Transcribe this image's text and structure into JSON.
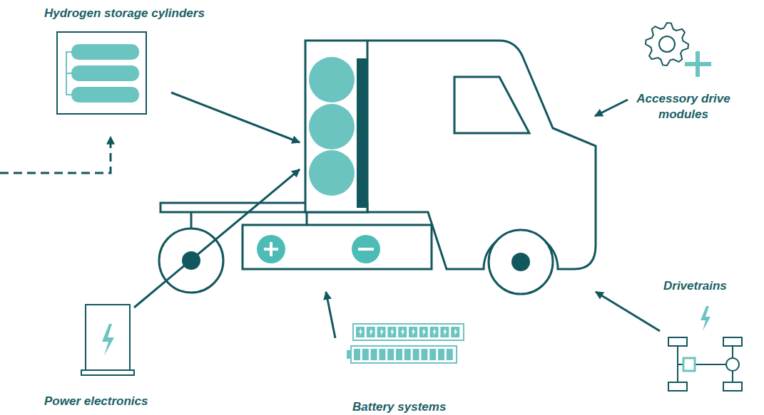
{
  "diagram": {
    "labels": [
      "Hydrogen storage cylinders",
      "Accessory drive modules",
      "Drivetrains",
      "Power electronics",
      "Battery systems"
    ]
  }
}
